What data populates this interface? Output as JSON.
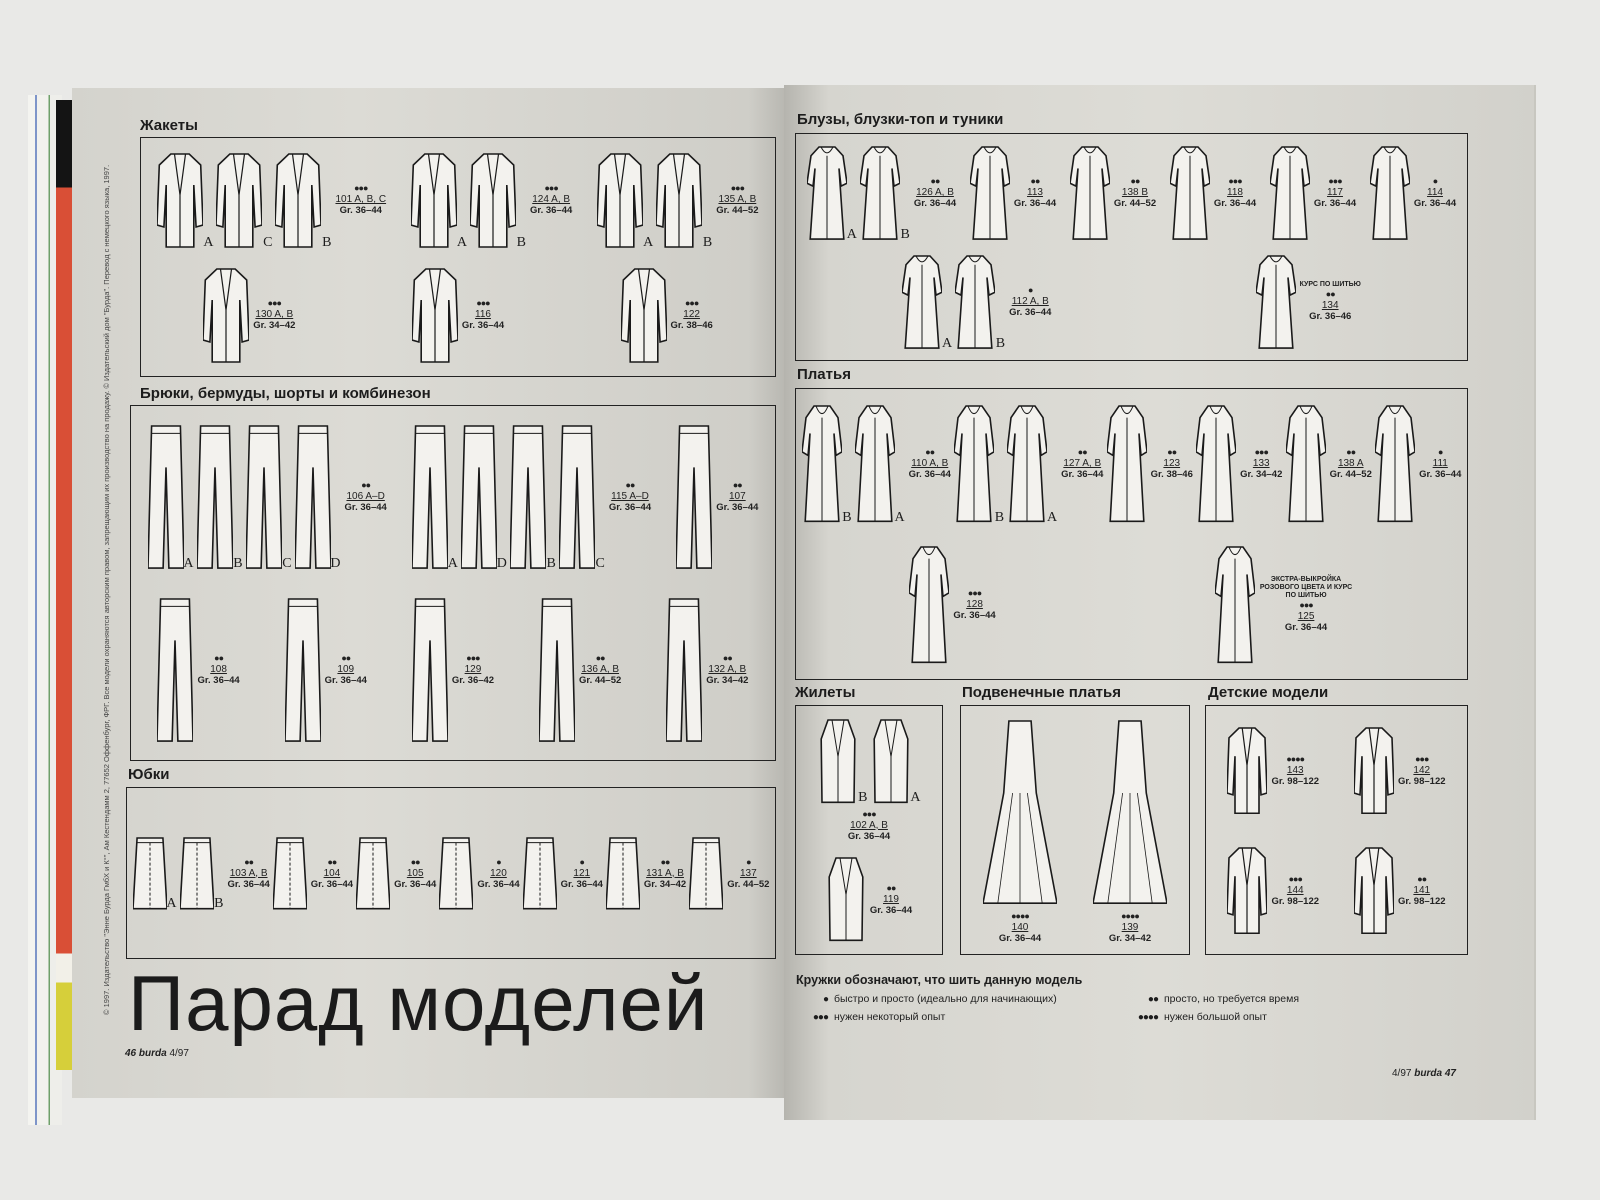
{
  "left_page": {
    "copyright": "© 1997. Издательство \"Энне Бурда ГмбХ и К°\", Ам Кестендамм 2, 77652 Оффенбург, ФРГ. Все модели охраняются авторским правом, запрещающим их производство на продажу. © Издательский дом \"Бурда\". Перевод с немецкого языка, 1997.",
    "title": "Парад моделей",
    "folio": {
      "page": "46",
      "brand": "burda",
      "issue": "4/97"
    },
    "sections": [
      {
        "id": "jackets",
        "title": "Жакеты",
        "type": "jacket",
        "items": [
          {
            "dots": "●●●",
            "number": "101 A, B, C",
            "sizes": "Gr. 36–44",
            "variants": [
              "A",
              "C",
              "B"
            ]
          },
          {
            "dots": "●●●",
            "number": "124 A, B",
            "sizes": "Gr. 36–44",
            "variants": [
              "A",
              "B"
            ]
          },
          {
            "dots": "●●●",
            "number": "135 A, B",
            "sizes": "Gr. 44–52",
            "variants": [
              "A",
              "B"
            ]
          },
          {
            "dots": "●●●",
            "number": "130 A, B",
            "sizes": "Gr. 34–42",
            "variants": [
              ""
            ]
          },
          {
            "dots": "●●●",
            "number": "116",
            "sizes": "Gr. 36–44",
            "variants": [
              ""
            ]
          },
          {
            "dots": "●●●",
            "number": "122",
            "sizes": "Gr. 38–46",
            "variants": [
              ""
            ]
          }
        ]
      },
      {
        "id": "trousers",
        "title": "Брюки, бермуды, шорты и комбинезон",
        "type": "pants",
        "items": [
          {
            "dots": "●●",
            "number": "106 A–D",
            "sizes": "Gr. 36–44",
            "variants": [
              "A",
              "B",
              "C",
              "D"
            ]
          },
          {
            "dots": "●●",
            "number": "115 A–D",
            "sizes": "Gr. 36–44",
            "variants": [
              "A",
              "D",
              "B",
              "C"
            ]
          },
          {
            "dots": "●●",
            "number": "107",
            "sizes": "Gr. 36–44",
            "variants": [
              ""
            ]
          },
          {
            "dots": "●●",
            "number": "108",
            "sizes": "Gr. 36–44",
            "variants": [
              ""
            ]
          },
          {
            "dots": "●●",
            "number": "109",
            "sizes": "Gr. 36–44",
            "variants": [
              ""
            ]
          },
          {
            "dots": "●●●",
            "number": "129",
            "sizes": "Gr. 36–42",
            "variants": [
              ""
            ]
          },
          {
            "dots": "●●",
            "number": "136 A, B",
            "sizes": "Gr. 44–52",
            "variants": [
              ""
            ]
          },
          {
            "dots": "●●",
            "number": "132 A, B",
            "sizes": "Gr. 34–42",
            "variants": [
              ""
            ]
          }
        ]
      },
      {
        "id": "skirts",
        "title": "Юбки",
        "type": "skirt",
        "items": [
          {
            "dots": "●●",
            "number": "103 A, B",
            "sizes": "Gr. 36–44",
            "variants": [
              "A",
              "B"
            ]
          },
          {
            "dots": "●●",
            "number": "104",
            "sizes": "Gr. 36–44",
            "variants": [
              ""
            ]
          },
          {
            "dots": "●●",
            "number": "105",
            "sizes": "Gr. 36–44",
            "variants": [
              ""
            ]
          },
          {
            "dots": "●",
            "number": "120",
            "sizes": "Gr. 36–44",
            "variants": [
              ""
            ]
          },
          {
            "dots": "●",
            "number": "121",
            "sizes": "Gr. 36–44",
            "variants": [
              ""
            ]
          },
          {
            "dots": "●●",
            "number": "131 A, B",
            "sizes": "Gr. 34–42",
            "variants": [
              ""
            ]
          },
          {
            "dots": "●",
            "number": "137",
            "sizes": "Gr. 44–52",
            "variants": [
              ""
            ]
          }
        ]
      }
    ]
  },
  "right_page": {
    "folio": {
      "page": "47",
      "brand": "burda",
      "issue": "4/97"
    },
    "sections": [
      {
        "id": "blouses",
        "title": "Блузы, блузки-топ  и туники",
        "type": "top",
        "items": [
          {
            "dots": "●●",
            "number": "126 A, B",
            "sizes": "Gr. 36–44",
            "variants": [
              "A",
              "B"
            ]
          },
          {
            "dots": "●●",
            "number": "113",
            "sizes": "Gr. 36–44",
            "variants": [
              ""
            ]
          },
          {
            "dots": "●●",
            "number": "138 B",
            "sizes": "Gr. 44–52",
            "variants": [
              ""
            ]
          },
          {
            "dots": "●●●",
            "number": "118",
            "sizes": "Gr. 36–44",
            "variants": [
              ""
            ]
          },
          {
            "dots": "●●●",
            "number": "117",
            "sizes": "Gr. 36–44",
            "variants": [
              ""
            ]
          },
          {
            "dots": "●",
            "number": "114",
            "sizes": "Gr. 36–44",
            "variants": [
              ""
            ]
          },
          {
            "dots": "●",
            "number": "112 A, B",
            "sizes": "Gr. 36–44",
            "variants": [
              "A",
              "B"
            ]
          },
          {
            "note": "КУРС ПО ШИТЬЮ",
            "dots": "●●",
            "number": "134",
            "sizes": "Gr. 36–46",
            "variants": [
              ""
            ]
          }
        ]
      },
      {
        "id": "dresses",
        "title": "Платья",
        "type": "dress",
        "items": [
          {
            "dots": "●●",
            "number": "110 A, B",
            "sizes": "Gr. 36–44",
            "variants": [
              "B",
              "A"
            ]
          },
          {
            "dots": "●●",
            "number": "127 A, B",
            "sizes": "Gr. 36–44",
            "variants": [
              "B",
              "A"
            ]
          },
          {
            "dots": "●●",
            "number": "123",
            "sizes": "Gr. 38–46",
            "variants": [
              ""
            ]
          },
          {
            "dots": "●●●",
            "number": "133",
            "sizes": "Gr. 34–42",
            "variants": [
              ""
            ]
          },
          {
            "dots": "●●",
            "number": "138 A",
            "sizes": "Gr. 44–52",
            "variants": [
              ""
            ]
          },
          {
            "dots": "●",
            "number": "111",
            "sizes": "Gr. 36–44",
            "variants": [
              ""
            ]
          },
          {
            "dots": "●●●",
            "number": "128",
            "sizes": "Gr. 36–44",
            "variants": [
              ""
            ]
          },
          {
            "note": "ЭКСТРА-ВЫКРОЙКА РОЗОВОГО ЦВЕТА И КУРС ПО ШИТЬЮ",
            "dots": "●●●",
            "number": "125",
            "sizes": "Gr. 36–44",
            "variants": [
              ""
            ]
          }
        ]
      },
      {
        "id": "vests",
        "title": "Жилеты",
        "type": "vest",
        "items": [
          {
            "dots": "●●●",
            "number": "102 A, B",
            "sizes": "Gr. 36–44",
            "variants": [
              "B",
              "A"
            ]
          },
          {
            "dots": "●●",
            "number": "119",
            "sizes": "Gr. 36–44",
            "variants": [
              ""
            ]
          }
        ]
      },
      {
        "id": "wedding",
        "title": "Подвенечные платья",
        "type": "gown",
        "items": [
          {
            "dots": "●●●●",
            "number": "140",
            "sizes": "Gr. 36–44",
            "variants": [
              ""
            ]
          },
          {
            "dots": "●●●●",
            "number": "139",
            "sizes": "Gr. 34–42",
            "variants": [
              ""
            ]
          }
        ]
      },
      {
        "id": "kids",
        "title": "Детские модели",
        "type": "kid",
        "items": [
          {
            "dots": "●●●●",
            "number": "143",
            "sizes": "Gr. 98–122",
            "variants": [
              ""
            ]
          },
          {
            "dots": "●●●",
            "number": "142",
            "sizes": "Gr. 98–122",
            "variants": [
              ""
            ]
          },
          {
            "dots": "●●●",
            "number": "144",
            "sizes": "Gr. 98–122",
            "variants": [
              ""
            ]
          },
          {
            "dots": "●●",
            "number": "141",
            "sizes": "Gr. 98–122",
            "variants": [
              ""
            ]
          }
        ]
      }
    ],
    "legend": {
      "title": "Кружки обозначают, что шить данную модель",
      "entries": [
        {
          "dots": "●",
          "text": "быстро и просто (идеально для начинающих)"
        },
        {
          "dots": "●●",
          "text": "просто, но требуется время"
        },
        {
          "dots": "●●●",
          "text": "нужен некоторый опыт"
        },
        {
          "dots": "●●●●",
          "text": "нужен большой опыт"
        }
      ]
    }
  }
}
